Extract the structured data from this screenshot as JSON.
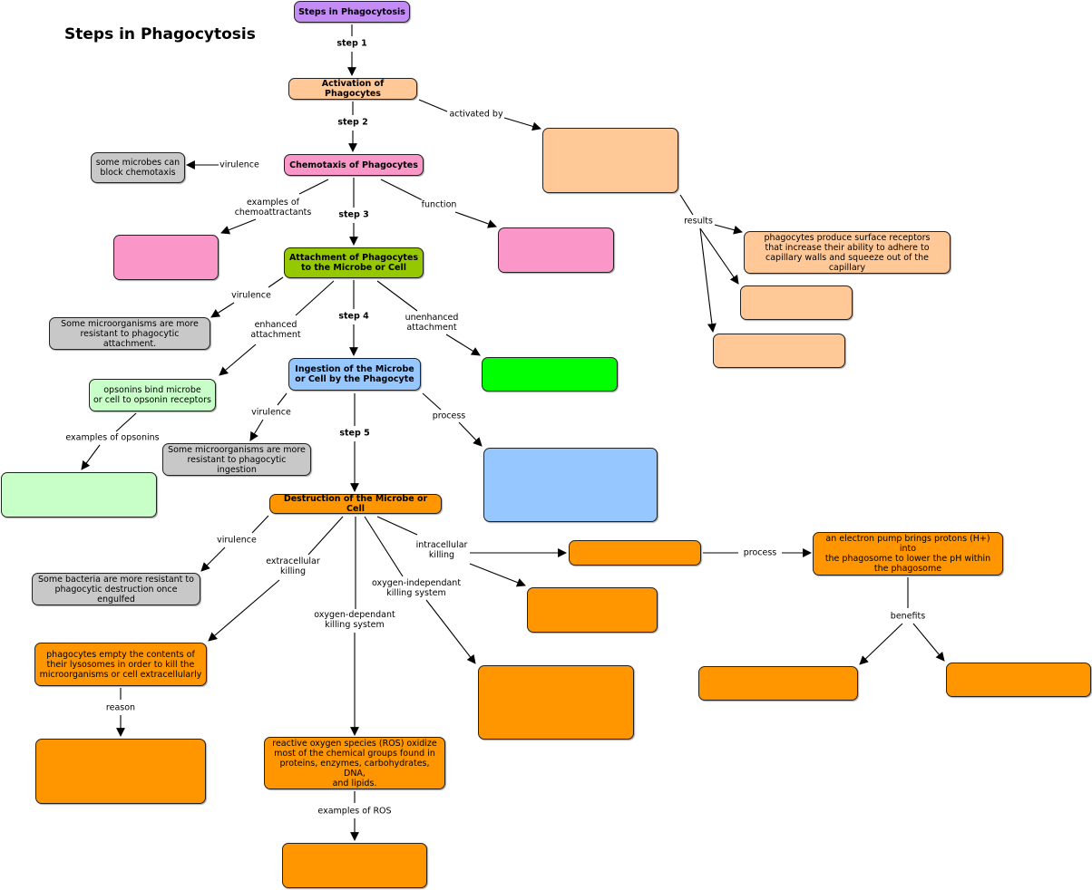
{
  "title": "Steps in Phagocytosis",
  "colors": {
    "purple": "#c38cf5",
    "peach": "#ffc896",
    "pink": "#fb96c8",
    "green": "#96c800",
    "bright_green": "#00ff00",
    "light_green": "#c8ffc8",
    "blue": "#96c8ff",
    "orange": "#ff9600",
    "gray": "#c8c8c8"
  },
  "nodes": {
    "root": "Steps in Phagocytosis",
    "activation": "Activation of Phagocytes",
    "chemotaxis": "Chemotaxis of Phagocytes",
    "attachment": "Attachment of  Phagocytes\nto the Microbe or Cell",
    "ingestion": "Ingestion of the Microbe\nor Cell by the Phagocyte",
    "destruction": "Destruction of the Microbe or Cell",
    "chemotaxis_block": "some microbes can\nblock chemotaxis",
    "attachment_resistant": "Some microorganisms are more\nresistant to phagocytic attachment.",
    "opsonins_bind": "opsonins bind microbe\nor cell to opsonin receptors",
    "ingestion_resistant": "Some microorganisms are more\nresistant to phagocytic ingestion",
    "surface_receptors": "phagocytes produce surface receptors\nthat increase their ability to adhere to\ncapillary walls and squeeze out of the capillary",
    "destruction_resistant": "Some bacteria are more resistant to\nphagocytic destruction once engulfed",
    "electron_pump": "an electron pump brings protons (H+) into\nthe phagosome to lower the pH within\nthe phagosome",
    "empty_lysosomes": "phagocytes empty the contents of\ntheir lysosomes in order to kill the\nmicroorganisms or cell extracellularly",
    "ros": "reactive oxygen species (ROS) oxidize\nmost of the chemical groups found in\nproteins, enzymes, carbohydrates, DNA,\nand lipids.",
    "blank": ""
  },
  "links": {
    "step1": "step 1",
    "step2": "step 2",
    "step3": "step 3",
    "step4": "step 4",
    "step5": "step 5",
    "activated_by": "activated by",
    "virulence": "virulence",
    "examples_chemoattractants": "examples of\nchemoattractants",
    "function": "function",
    "results": "results",
    "enhanced_attachment": "enhanced\nattachment",
    "unenhanced_attachment": "unenhanced\nattachment",
    "examples_opsonins": "examples of opsonins",
    "process": "process",
    "extracellular_killing": "extracellular\nkilling",
    "intracellular_killing": "intracellular\nkilling",
    "oxygen_independent": "oxygen-independant\nkilling system",
    "oxygen_dependent": "oxygen-dependant\nkilling system",
    "benefits": "benefits",
    "reason": "reason",
    "examples_ros": "examples of ROS"
  }
}
